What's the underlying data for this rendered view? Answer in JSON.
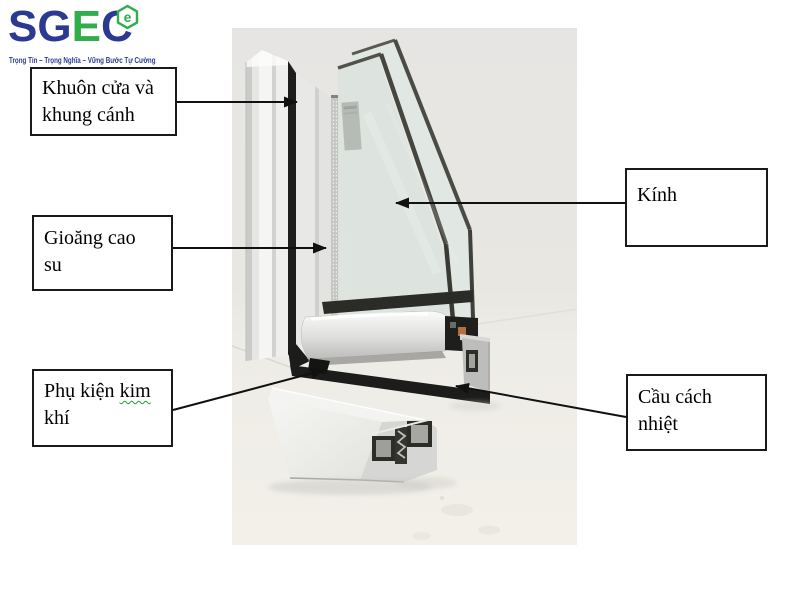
{
  "logo": {
    "name_part_blue1": "SG",
    "name_part_green": "E",
    "name_part_blue2": "C",
    "badge_letter": "e",
    "tagline": "Trọng Tín – Trọng Nghĩa – Vững Bước Tự Cường"
  },
  "colors": {
    "brand_blue": "#2b3a90",
    "brand_green": "#2fae4a",
    "spellcheck_underline_green": "#1f9d3a",
    "leader_line_black": "#111111"
  },
  "diagram": {
    "labels": {
      "frame": {
        "line1": "Khuôn cửa và",
        "line2": "khung cánh"
      },
      "gasket": {
        "line1": "Gioăng cao",
        "line2": "su"
      },
      "hardware": {
        "line1_a": "Phụ kiện",
        "line1_b": "kim",
        "line2": "khí"
      },
      "glass": {
        "line1": "Kính"
      },
      "thermal": {
        "line1": "Cầu cách",
        "line2": "nhiệt"
      }
    }
  }
}
